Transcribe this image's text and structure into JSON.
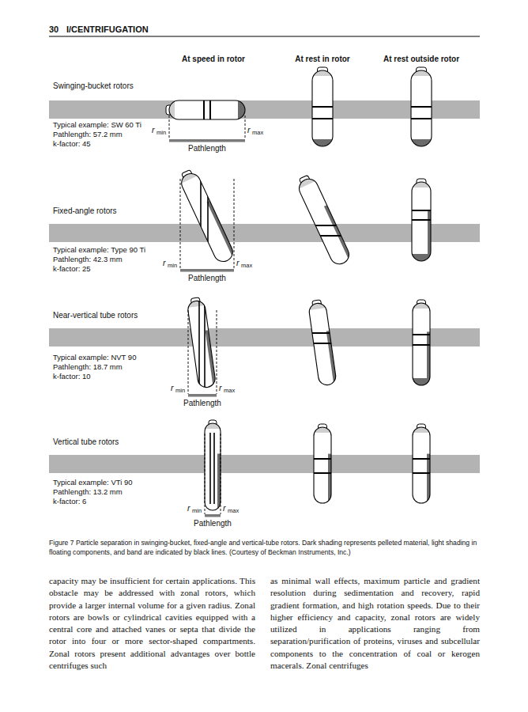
{
  "diagram": {
    "caption": "Figure 7 Particle separation in swinging-bucket, fixed-angle and vertical-tube rotors. Dark shading represents pelleted material, light shading in floating components, and band are indicated by black lines. (Courtesy of Beckman Instruments, Inc.)",
    "labels": [
      "30",
      "I/CENTRIFUGATION",
      "At speed in rotor",
      "At rest in rotor",
      "At rest outside rotor",
      "Swinging-bucket rotors",
      "Typical example: SW 60 Ti",
      "Pathlength: 57.2 mm",
      "k-factor: 45",
      "r",
      "min",
      "r",
      "max",
      "Pathlength",
      "Fixed-angle rotors",
      "Typical example: Type 90 Ti",
      "Pathlength: 42.3 mm",
      "k-factor: 25",
      "r",
      "min",
      "r",
      "max",
      "Pathlength",
      "Near-vertical tube rotors",
      "Typical example: NVT 90",
      "Pathlength: 18.7 mm",
      "k-factor: 10",
      "r",
      "min",
      "r",
      "max",
      "Pathlength",
      "Vertical tube rotors",
      "Typical example: VTi 90",
      "Pathlength: 13.2 mm",
      "k-factor: 6",
      "r",
      "min",
      "r",
      "max",
      "Pathlength",
      "capacity may be insufficient for certain applications. This obstacle may be addressed with zonal rotors, which provide a larger internal volume for a given radius. Zonal rotors are bowls or cylindrical cavities equipped with a central core and attached vanes or septa that divide the rotor into four or more sector-shaped compartments. Zonal rotors present additional advantages over bottle centrifuges such",
      "as minimal wall effects, maximum particle and gradient resolution during sedimentation and recovery, rapid gradient formation, and high rotation speeds. Due to their higher efficiency and capacity, zonal rotors are widely utilized in applications ranging from separation/purification of proteins, viruses and subcellular components to the concentration of coal or kerogen macerals. Zonal centrifuges"
    ]
  }
}
